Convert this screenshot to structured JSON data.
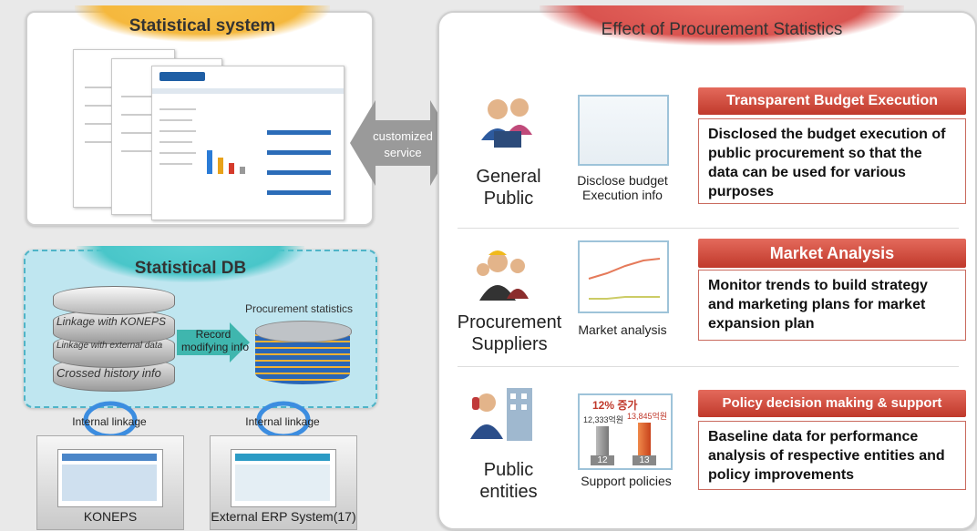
{
  "left_top": {
    "title": "Statistical system"
  },
  "left_bottom": {
    "title": "Statistical DB"
  },
  "db_left": {
    "layers": [
      "Linkage with KONEPS",
      "Linkage with external data",
      "Crossed history info"
    ]
  },
  "db_right": {
    "label": "Procurement statistics"
  },
  "record_arrow": {
    "line1": "Record",
    "line2": "modifying info"
  },
  "center_arrow": {
    "line1": "customized",
    "line2": "service"
  },
  "systems": [
    {
      "name": "KONEPS",
      "linkage": "Internal linkage"
    },
    {
      "name": "External ERP System(17)",
      "linkage": "Internal linkage"
    }
  ],
  "right": {
    "title": "Effect of Procurement Statistics",
    "rows": [
      {
        "who1": "General",
        "who2": "Public",
        "cap1": "Disclose budget",
        "cap2": "Execution info",
        "head": "Transparent Budget Execution",
        "text": "Disclosed the budget execution of public procurement so that the data can be used for various purposes"
      },
      {
        "who1": "Procurement",
        "who2": "Suppliers",
        "cap1": "Market analysis",
        "cap2": "",
        "head": "Market Analysis",
        "text": "Monitor trends to build strategy and marketing plans for market expansion plan"
      },
      {
        "who1": "Public",
        "who2": "entities",
        "cap1": "Support policies",
        "cap2": "",
        "head": "Policy decision making & support",
        "text": "Baseline data for performance analysis of respective entities and policy improvements"
      }
    ],
    "chart_thumb": {
      "title": "12% 증가",
      "bar1_label": "12,333억원",
      "bar2_label": "13,845억원",
      "x1": "12",
      "x2": "13"
    }
  },
  "colors": {
    "accent_red": "#c0392b",
    "tab_orange": "#f5b83d",
    "tab_teal": "#49c6c9",
    "arrow_gray": "#9a9a9a"
  }
}
